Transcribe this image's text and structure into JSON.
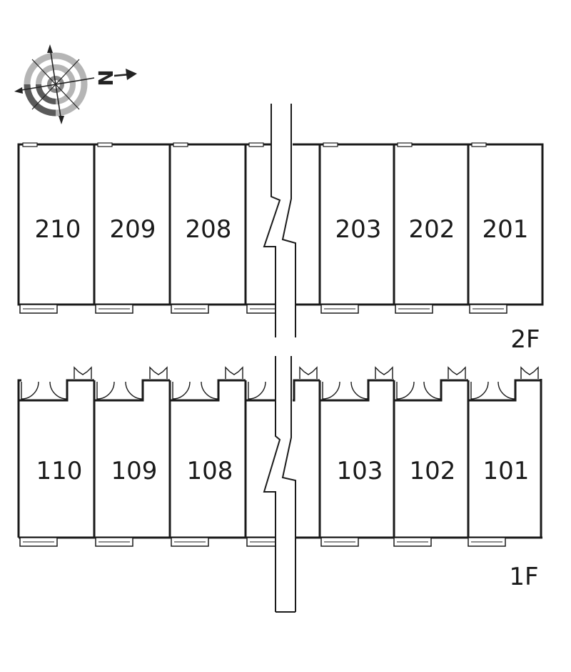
{
  "compass": {
    "north_letter": "N",
    "icon": "compass-rose-icon"
  },
  "floors": [
    {
      "label": "2F",
      "units": [
        "210",
        "209",
        "208",
        "203",
        "202",
        "201"
      ]
    },
    {
      "label": "1F",
      "units": [
        "110",
        "109",
        "108",
        "103",
        "102",
        "101"
      ]
    }
  ],
  "colors": {
    "line": "#1a1a1a",
    "compass_ring": "#8a8a8a",
    "compass_ring_dark": "#555555"
  }
}
